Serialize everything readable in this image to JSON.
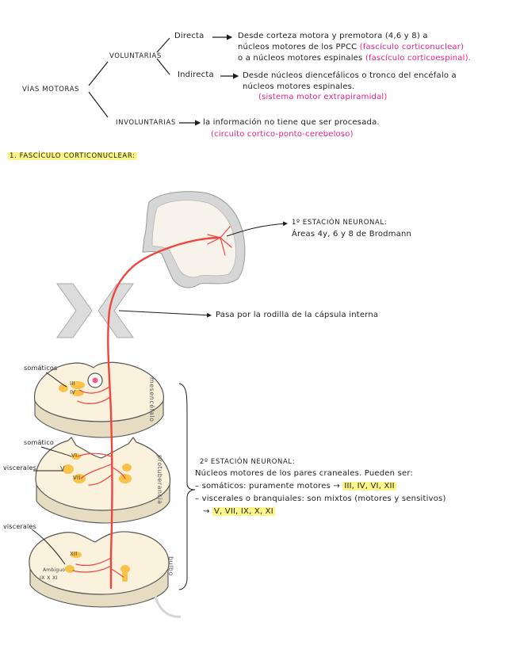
{
  "tree": {
    "root": "VÍAS MOTORAS",
    "voluntarias": "VOLUNTARIAS",
    "involuntarias": "INVOLUNTARIAS",
    "directa": "Directa",
    "indirecta": "Indirecta",
    "directa_line1": "Desde corteza motora y premotora (4,6 y 8) a",
    "directa_line2a": "núcleos motores de los PPCC",
    "directa_line2b": "(fascículo corticonuclear)",
    "directa_line3a": "o a núcleos motores espinales",
    "directa_line3b": "(fascículo corticoespinal).",
    "indirecta_line1": "Desde núcleos diencefálicos o tronco del encéfalo a",
    "indirecta_line2": "núcleos motores espinales.",
    "indirecta_line3": "(sistema motor extrapiramidal)",
    "involuntarias_line1": "la información no tiene que ser procesada.",
    "involuntarias_line2": "(circuito cortico-ponto-cerebeloso)"
  },
  "section_title": "1. FASCÍCULO CORTICONUCLEAR:",
  "labels": {
    "station1_title": "1º ESTACIÓN NEURONAL:",
    "station1_text": "Áreas 4y, 6 y 8 de Brodmann",
    "capsula": "Pasa por la rodilla de la cápsula interna",
    "somaticos1": "somáticos",
    "somatico2": "somático",
    "viscerales1": "viscerales",
    "viscerales2": "viscerales",
    "mesencefalo": "mesencéfalo",
    "protuberancia": "protuberancia",
    "bulbo": "bulbo",
    "station2_title": "2º ESTACIÓN NEURONAL:",
    "station2_line1": "Núcleos motores de los pares craneales. Pueden ser:",
    "station2_line2a": "– somáticos: puramente motores →",
    "station2_line2b": "III, IV, VI, XII",
    "station2_line3": "– viscerales o branquiales: son mixtos (motores y sensitivos)",
    "station2_line4a": "→",
    "station2_line4b": "V, VII, IX, X, XI",
    "nuc_III": "III",
    "nuc_IV": "IV",
    "nuc_VI": "VI",
    "nuc_V": "V",
    "nuc_VII": "VII",
    "nuc_XII": "XII",
    "ambiguo": "Ambiguo",
    "ambiguo_nums": "IX X XI"
  },
  "colors": {
    "text": "#1e1e1e",
    "pink": "#e0218a",
    "highlight": "#fbf58a",
    "tract": "#f0443f",
    "nucleus": "#f9c042",
    "tissue": "#f7eed8"
  }
}
